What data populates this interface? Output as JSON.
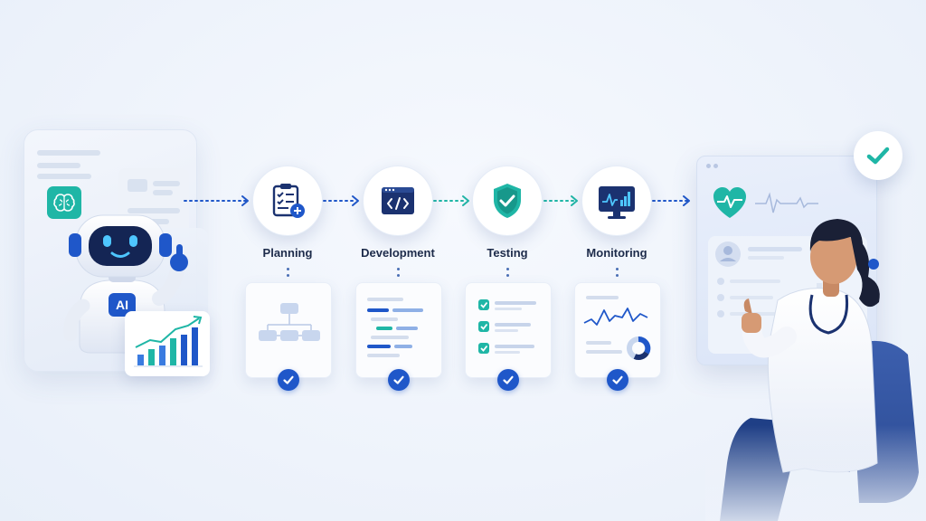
{
  "ai_panel": {
    "robot_badge": "AI",
    "icons": [
      "brain-icon",
      "robot-icon",
      "growth-chart-icon"
    ]
  },
  "steps": [
    {
      "label": "Planning",
      "icon": "clipboard-plus-icon",
      "card": "flowchart",
      "status": "check-icon"
    },
    {
      "label": "Development",
      "icon": "code-window-icon",
      "card": "code-lines",
      "status": "check-icon"
    },
    {
      "label": "Testing",
      "icon": "shield-check-icon",
      "card": "checklist",
      "status": "check-icon"
    },
    {
      "label": "Monitoring",
      "icon": "monitor-chart-icon",
      "card": "line-and-donut-chart",
      "status": "check-icon"
    }
  ],
  "dashboard": {
    "icons": [
      "heart-pulse-icon",
      "user-icon"
    ],
    "approval_icon": "check-icon"
  },
  "colors": {
    "primary_blue": "#1f57c9",
    "navy": "#1b3270",
    "teal": "#1fb6a6",
    "background": "#eef3fb"
  }
}
